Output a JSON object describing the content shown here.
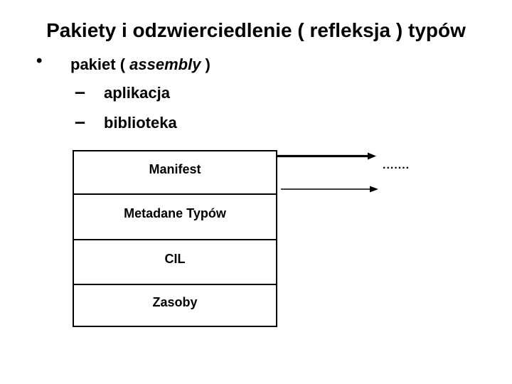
{
  "slide": {
    "title": "Pakiety i odzwierciedlenie ( refleksja ) typów",
    "bullet": {
      "marker": "•",
      "text_prefix": "pakiet ( ",
      "text_italic": "assembly",
      "text_suffix": " )"
    },
    "sub_items": [
      {
        "marker": "–",
        "label": "aplikacja"
      },
      {
        "marker": "–",
        "label": "biblioteka"
      }
    ],
    "assembly_box": {
      "sections": [
        "Manifest",
        "Metadane Typów",
        "CIL",
        "Zasoby"
      ]
    },
    "dots": ".......",
    "colors": {
      "foreground": "#000000",
      "background": "#ffffff"
    }
  }
}
